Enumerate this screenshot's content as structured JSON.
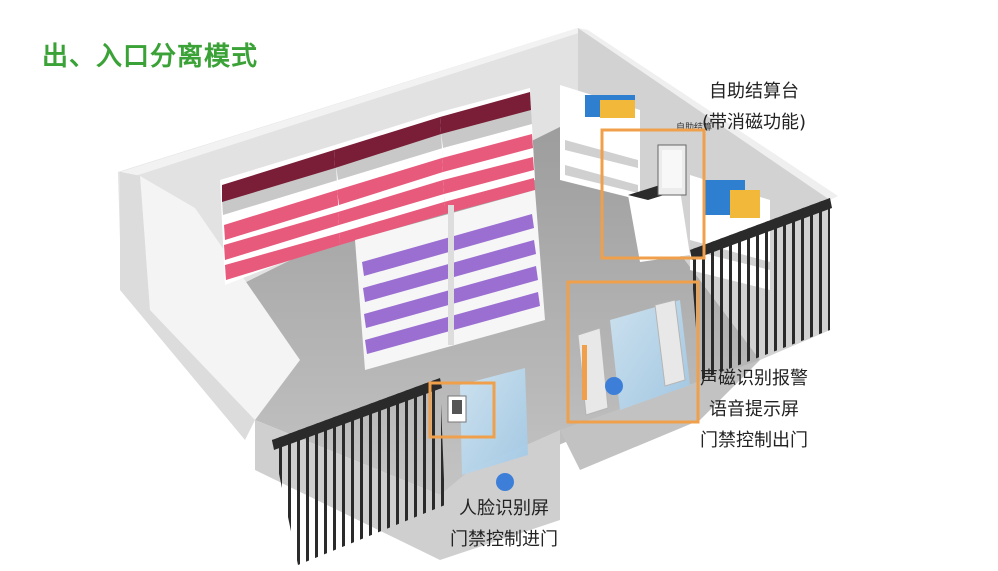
{
  "title": "出、入口分离模式",
  "labels": {
    "checkout": [
      "自助结算台",
      "(带消磁功能)"
    ],
    "alarm": [
      "声磁识别报警",
      "语音提示屏",
      "门禁控制出门"
    ],
    "face": [
      "人脸识别屏",
      "门禁控制进门"
    ]
  },
  "kiosk_sign": "自助结算",
  "colors": {
    "title": "#3aa236",
    "highlight": "#f0a04a",
    "wall": "#cfcfcf",
    "floor": "#b4b4b4"
  }
}
